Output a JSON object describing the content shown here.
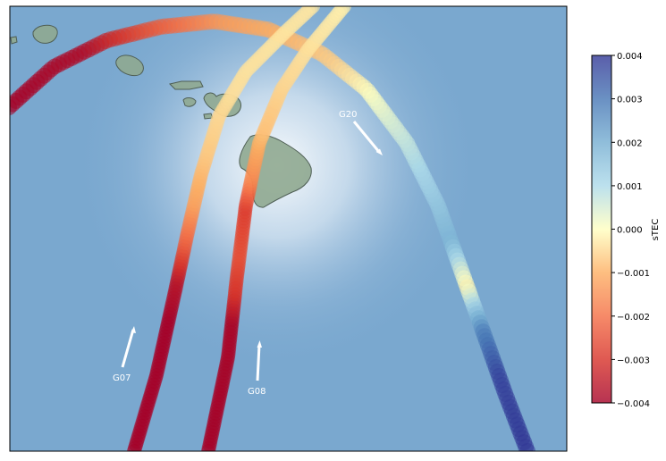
{
  "satellites": [
    {
      "id": "G07",
      "label": "G07"
    },
    {
      "id": "G08",
      "label": "G08"
    },
    {
      "id": "G20",
      "label": "G20"
    }
  ],
  "colorbar": {
    "label": "sTEC",
    "colormap": "RdYlBu",
    "vmin": -0.004,
    "vmax": 0.004,
    "ticks": [
      "0.004",
      "0.003",
      "0.002",
      "0.001",
      "0.000",
      "−0.001",
      "−0.002",
      "−0.003",
      "−0.004"
    ]
  },
  "map": {
    "ocean_color": "#7aa8cf",
    "land_color": "#8fa990",
    "region": "Hawaiian Islands"
  }
}
